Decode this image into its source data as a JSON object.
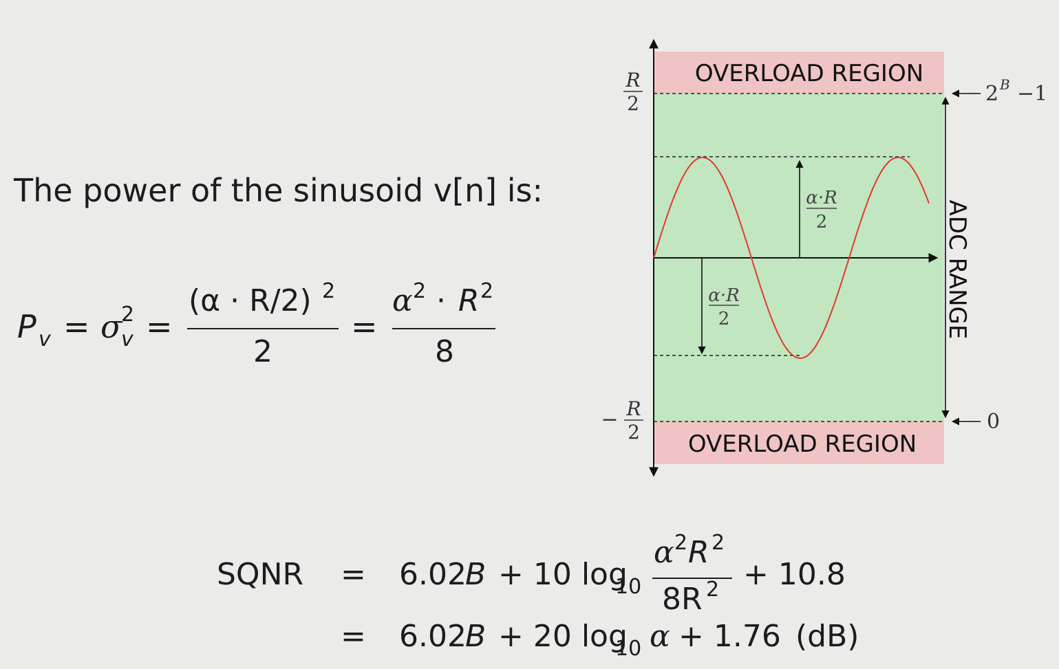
{
  "intro_text": "The power of the sinusoid v[n] is:",
  "power_equation": {
    "lhs": "P",
    "lhs_sub": "v",
    "eq": "=",
    "sigma": "σ",
    "sigma_sup": "2",
    "sigma_sub": "v",
    "frac1_num": "(α · R/2)",
    "frac1_num_sup": "2",
    "frac1_den": "2",
    "frac2_num_alpha": "α",
    "frac2_num_alpha_sup": "2",
    "frac2_num_dot": "·",
    "frac2_num_r": "R",
    "frac2_num_r_sup": "2",
    "frac2_den": "8"
  },
  "diagram": {
    "overload_top": "OVERLOAD REGION",
    "overload_bottom": "OVERLOAD REGION",
    "adc_range": "ADC RANGE",
    "label_top_num": "R",
    "label_top_den": "2",
    "label_bottom_minus": "−",
    "label_bottom_num": "R",
    "label_bottom_den": "2",
    "right_top_base": "2",
    "right_top_exp": "B",
    "right_top_tail": "−1",
    "right_bottom": "0",
    "amp_num": "α·R",
    "amp_den": "2",
    "colors": {
      "overload": "#f0c4c4",
      "adc": "#c2e6c0",
      "sine": "#e03a2e"
    }
  },
  "sqnr": {
    "lhs": "SQNR",
    "eq1": "=",
    "eq2": "=",
    "line1_pre": "6.02",
    "line1_b": "B",
    "line1_plus": "+ 10 log",
    "line1_sub": "10",
    "frac_num_alpha": "α",
    "frac_num_alpha_sup": "2",
    "frac_num_r": "R",
    "frac_num_r_sup": "2",
    "frac_den": "8R",
    "frac_den_sup": "2",
    "line1_tail": "+ 10.8",
    "line2_pre": "6.02",
    "line2_b": "B",
    "line2_plus": "+ 20 log",
    "line2_sub": "10",
    "line2_alpha": "α",
    "line2_tail": "+ 1.76",
    "line2_unit": "(dB)"
  }
}
